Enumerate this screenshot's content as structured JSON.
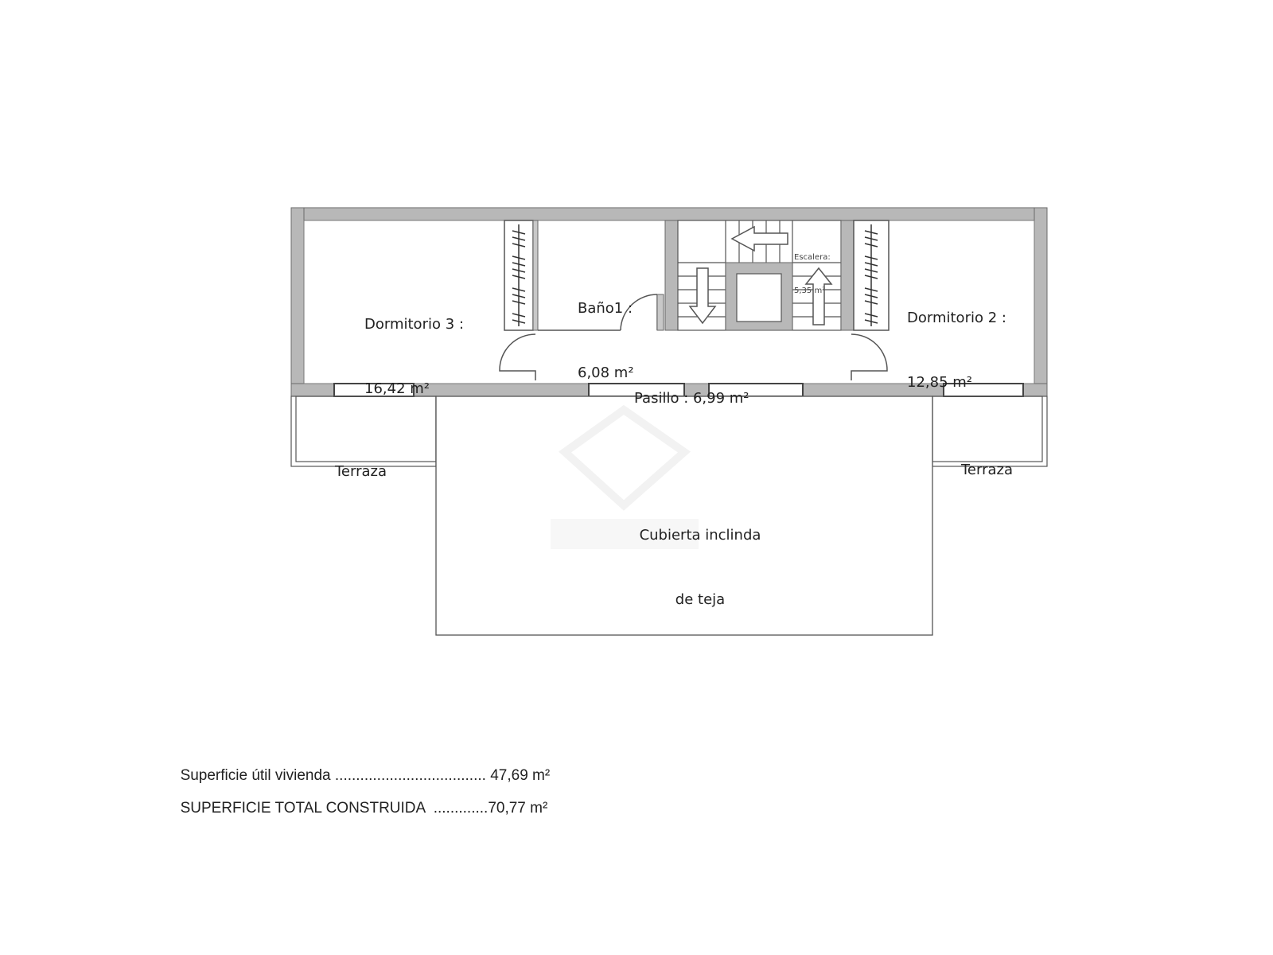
{
  "plan": {
    "rooms": [
      {
        "id": "dormitorio-3",
        "name": "Dormitorio 3 :",
        "area": "16,42 m²"
      },
      {
        "id": "bano-1",
        "name": "Baño1 :",
        "area": "6,08 m²"
      },
      {
        "id": "escalera",
        "name": "Escalera:",
        "area": "5,35 m²"
      },
      {
        "id": "dormitorio-2",
        "name": "Dormitorio 2 :",
        "area": "12,85 m²"
      },
      {
        "id": "pasillo",
        "name": "Pasillo : 6,99 m²"
      },
      {
        "id": "terraza-left",
        "name": "Terraza"
      },
      {
        "id": "terraza-right",
        "name": "Terraza"
      },
      {
        "id": "cubierta",
        "name": "Cubierta inclinda",
        "name_line2": "de teja"
      }
    ],
    "colors": {
      "wall": "#b8b8b8",
      "line": "#555555",
      "background": "#ffffff",
      "text": "#222222"
    }
  },
  "totals": [
    {
      "label": "Superficie útil vivienda",
      "dots": " ....................................",
      "value": " 47,69 m²"
    },
    {
      "label": "SUPERFICIE TOTAL CONSTRUIDA",
      "dots": "  .............",
      "value": "70,77 m²"
    }
  ]
}
